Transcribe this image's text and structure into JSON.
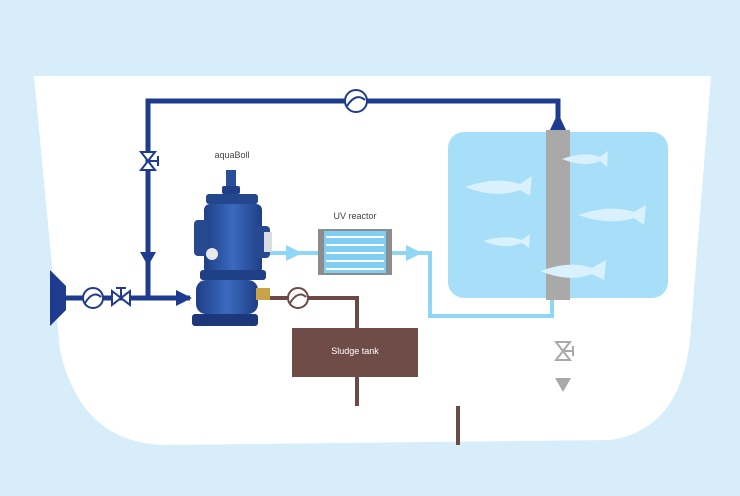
{
  "labels": {
    "filter_name": "aquaBoll",
    "uv_reactor": "UV reactor",
    "sludge_tank": "Sludge tank"
  },
  "colors": {
    "background": "#d7eefa",
    "hull": "#ffffff",
    "main_pipe": "#1f3b8f",
    "treated_water": "#8fd6f5",
    "sludge_pipe": "#6b4a45",
    "return_pipe": "#a9a9a9",
    "tank": "#a8dff8",
    "fish": "#d9f1fc",
    "filter_body": "#2f5aa6",
    "sludge_tank_fill": "#6f4c48"
  },
  "icons": [
    "inlet-icon",
    "pump-icon",
    "valve-icon",
    "flow-arrow-icon",
    "fish-icon"
  ]
}
